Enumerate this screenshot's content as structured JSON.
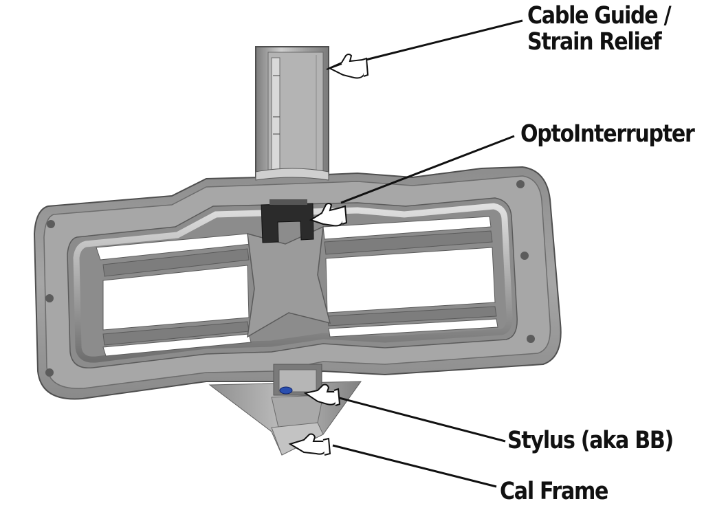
{
  "diagram": {
    "labels": {
      "cable_guide_line1": "Cable Guide /",
      "cable_guide_line2": "Strain Relief",
      "opto_interrupter": "OptoInterrupter",
      "stylus": "Stylus (aka BB)",
      "cal_frame": "Cal Frame"
    },
    "icons": {
      "pointer": "pointing-hand-icon"
    },
    "colors": {
      "body_gray": "#a3a3a3",
      "body_light": "#c4c4c4",
      "body_dark": "#6e6e6e",
      "opto_black": "#2b2b2b",
      "stylus_blue": "#2a4fb0",
      "leader_line": "#111111",
      "background": "#ffffff"
    }
  }
}
